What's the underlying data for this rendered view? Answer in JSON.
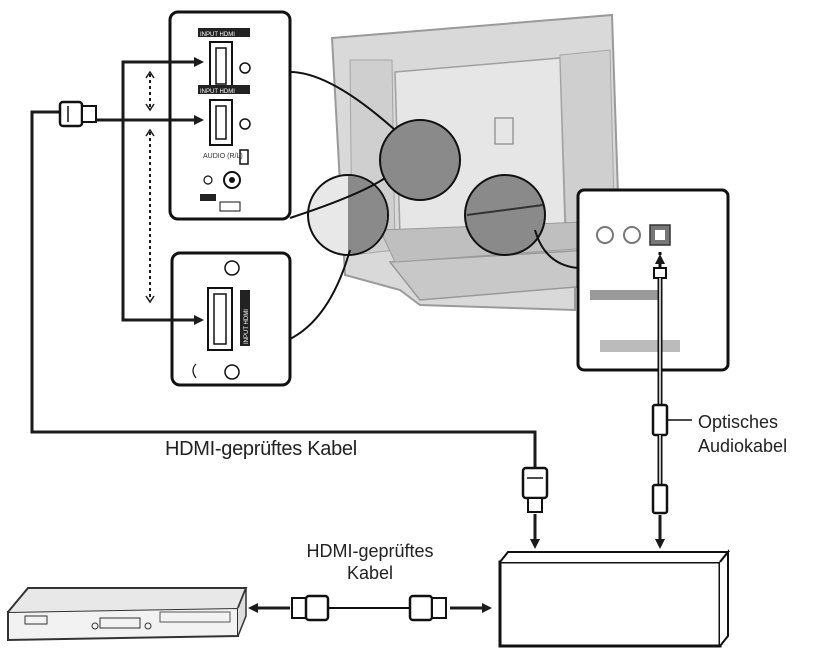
{
  "labels": {
    "hdmi_cable_main": "HDMI-geprüftes Kabel",
    "optical_line1": "Optisches",
    "optical_line2": "Audiokabel",
    "hdmi_cable_small_line1": "HDMI-geprüftes",
    "hdmi_cable_small_line2": "Kabel"
  },
  "panel_labels": {
    "input_hdmi_1": "INPUT HDMI",
    "input_hdmi_2": "INPUT HDMI",
    "audio_pull": "AUDIO (R/L)",
    "input_hdmi_side": "INPUT HDMI"
  },
  "colors": {
    "line": "#1a1a1a",
    "tv_gray": "#d8d8d8",
    "zoom_fill": "#8a8a8a",
    "panel_border": "#222222"
  }
}
